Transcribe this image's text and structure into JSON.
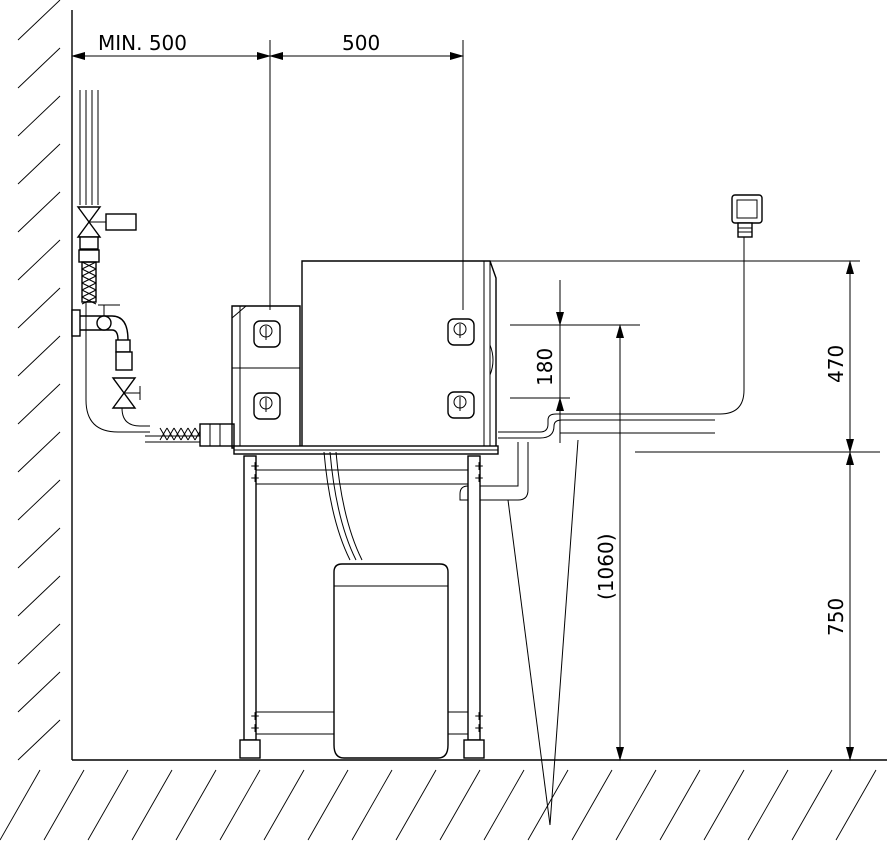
{
  "dimensions": {
    "min_wall_clearance": "MIN. 500",
    "hook_spacing": "500",
    "hook_vertical_spacing": "180",
    "machine_body_height": "470",
    "stand_height": "750",
    "total_height": "(1060)"
  }
}
